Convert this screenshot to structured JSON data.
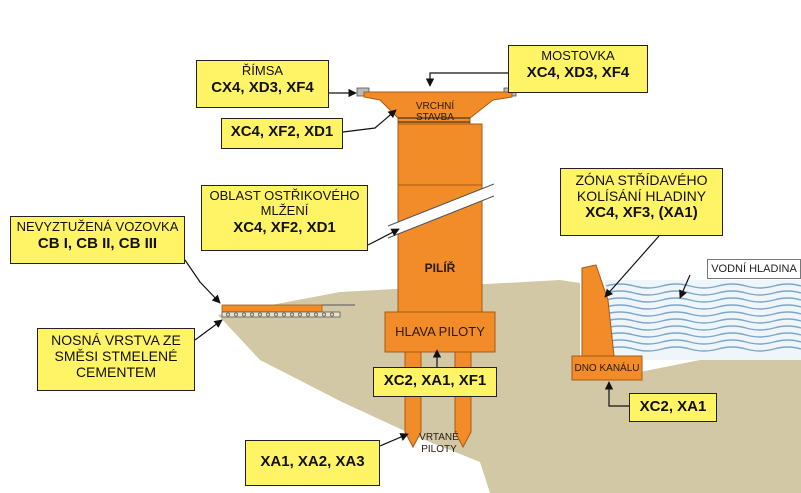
{
  "colors": {
    "concrete": "#f28c28",
    "ground": "#d2c8a6",
    "water": "#7ea6c8",
    "label_fill": "#fff466"
  },
  "labels": {
    "rimsa_title": "ŘÍMSA",
    "rimsa_classes": "CX4, XD3, XF4",
    "mostovka_title": "MOSTOVKA",
    "mostovka_classes": "XC4, XD3, XF4",
    "vrchni_stavba_classes": "XC4, XF2, XD1",
    "ostrik_title_1": "OBLAST OSTŘIKOVÉHO",
    "ostrik_title_2": "MLŽENÍ",
    "ostrik_classes": "XC4, XF2, XD1",
    "vozovka_title": "NEVYZTUŽENÁ VOZOVKA",
    "vozovka_classes": "CB I, CB II, CB III",
    "nosna_1": "NOSNÁ VRSTVA ZE",
    "nosna_2": "SMĚSI STMELENÉ",
    "nosna_3": "CEMENTEM",
    "zona_title_1": "ZÓNA STŘÍDAVÉHO",
    "zona_title_2": "KOLÍSÁNÍ HLADINY",
    "zona_classes": "XC4, XF3, (XA1)",
    "hlava_classes": "XC2, XA1, XF1",
    "dno_classes": "XC2, XA1",
    "piloty_classes": "XA1, XA2, XA3",
    "vodni_hladina": "VODNÍ HLADINA"
  },
  "parts": {
    "vrchni_stavba_1": "VRCHNÍ",
    "vrchni_stavba_2": "STAVBA",
    "pilir": "PILÍŘ",
    "hlava_piloty": "HLAVA PILOTY",
    "vrtane_1": "VRTANÉ",
    "vrtane_2": "PILOTY",
    "dno_kanalu": "DNO KANÁLU"
  }
}
